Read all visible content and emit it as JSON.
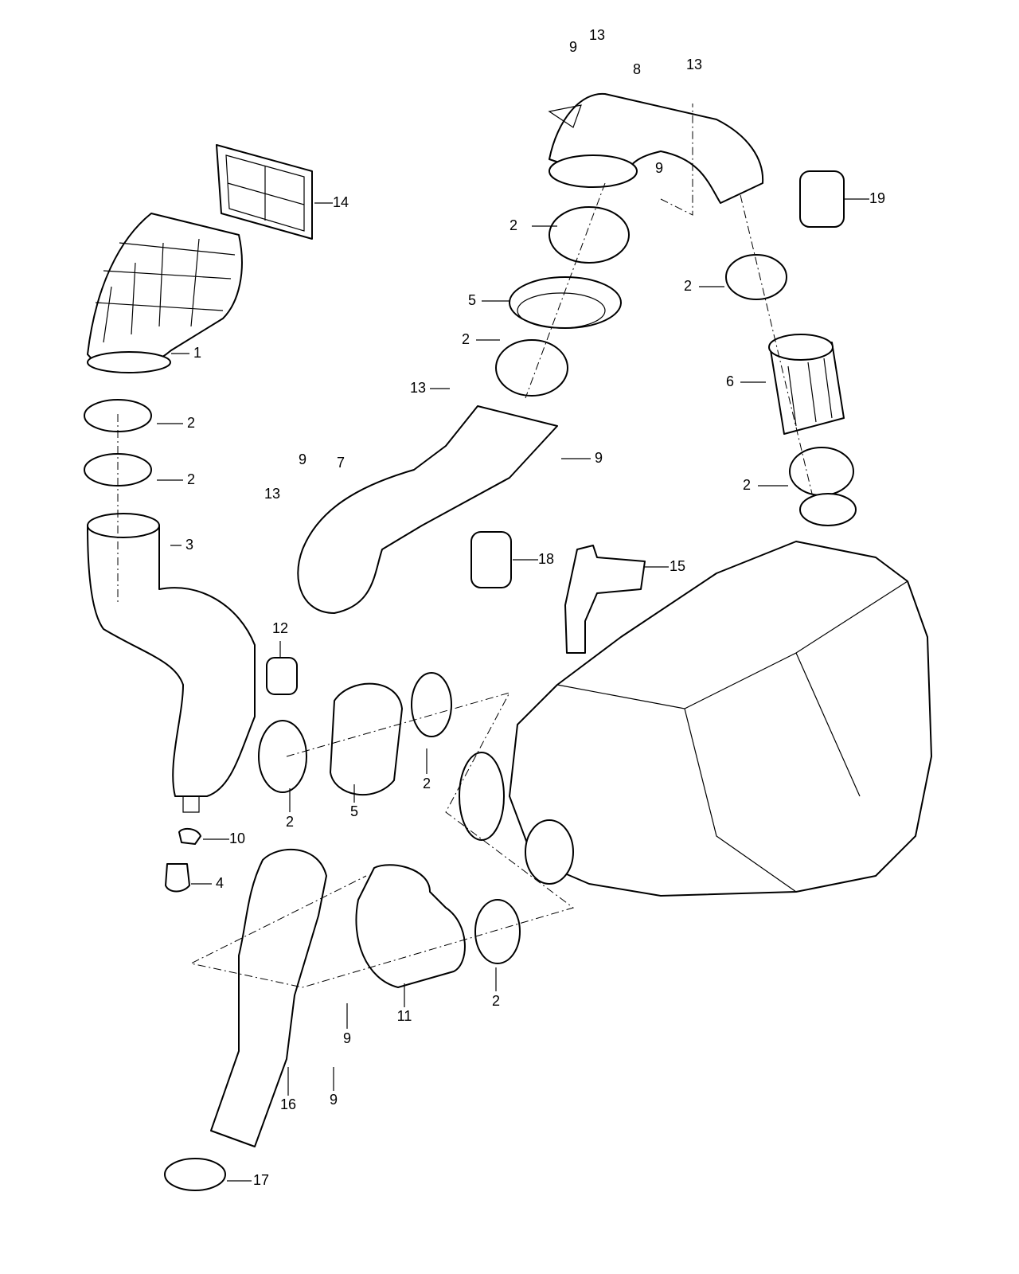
{
  "diagram": {
    "type": "exploded parts diagram",
    "callouts": [
      "9",
      "13",
      "8",
      "13",
      "14",
      "19",
      "9",
      "2",
      "2",
      "5",
      "2",
      "1",
      "6",
      "13",
      "2",
      "9",
      "2",
      "9",
      "7",
      "2",
      "13",
      "3",
      "18",
      "15",
      "12",
      "2",
      "2",
      "5",
      "10",
      "4",
      "11",
      "2",
      "9",
      "16",
      "9",
      "17"
    ]
  }
}
